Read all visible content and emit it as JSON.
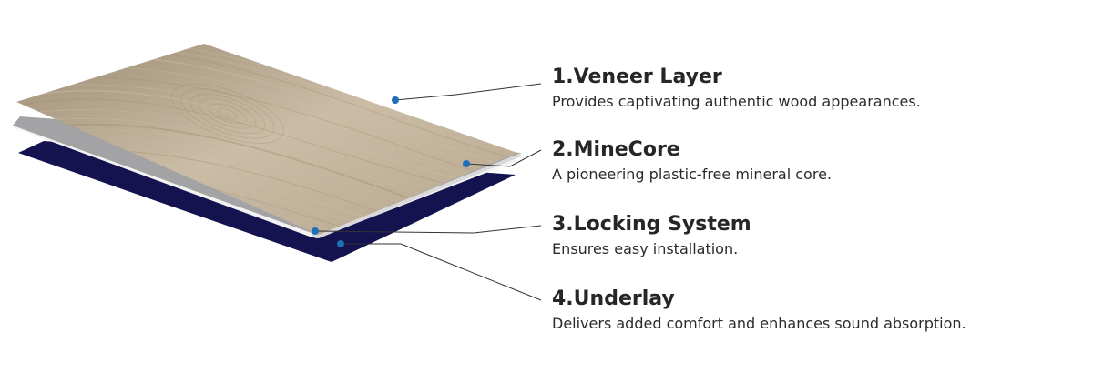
{
  "layers": [
    {
      "title": "1.Veneer Layer",
      "description": "Provides captivating authentic wood appearances."
    },
    {
      "title": "2.MineCore",
      "description": "A pioneering plastic-free mineral core."
    },
    {
      "title": "3.Locking System",
      "description": "Ensures easy installation."
    },
    {
      "title": "4.Underlay",
      "description": "Delivers added comfort and enhances sound absorption."
    }
  ],
  "colors": {
    "underlay": "#14124f",
    "core": "#a3a3a5",
    "core_edge": "#d9d9db",
    "veneer": "#b7a68d",
    "veneer_light": "#cbbca6",
    "veneer_dark": "#9d8d74",
    "pin": "#1f6fb8",
    "leader": "#333333"
  }
}
